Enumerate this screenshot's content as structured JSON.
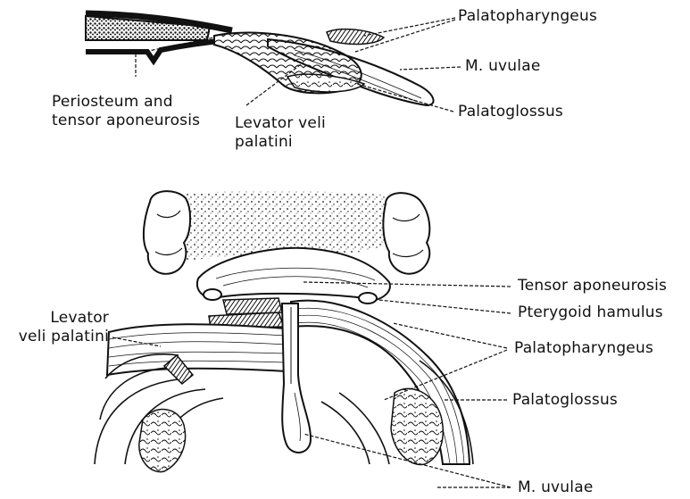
{
  "colors": {
    "ink": "#111111",
    "background": "#ffffff"
  },
  "top_diagram": {
    "labels": {
      "palatopharyngeus": "Palatopharyngeus",
      "m_uvulae": "M. uvulae",
      "palatoglossus": "Palatoglossus",
      "periosteum_line1": "Periosteum and",
      "periosteum_line2": "tensor aponeurosis",
      "levator_line1": "Levator veli",
      "levator_line2": "palatini"
    }
  },
  "bottom_diagram": {
    "labels": {
      "tensor_aponeurosis": "Tensor aponeurosis",
      "pterygoid_hamulus": "Pterygoid hamulus",
      "palatopharyngeus": "Palatopharyngeus",
      "palatoglossus": "Palatoglossus",
      "m_uvulae": "M. uvulae",
      "levator_line1": "Levator",
      "levator_line2": "veli palatini"
    }
  }
}
